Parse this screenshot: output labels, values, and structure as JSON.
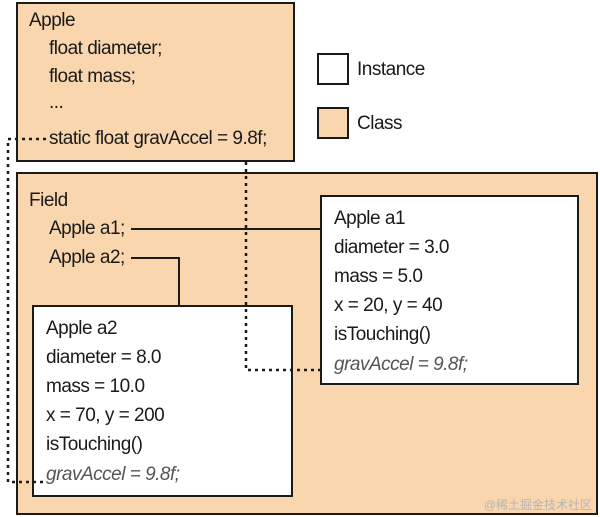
{
  "apple_class": {
    "title": "Apple",
    "fields": [
      "float diameter;",
      "float mass;",
      "..."
    ],
    "static_field": "static float gravAccel = 9.8f;"
  },
  "legend": {
    "instance_label": "Instance",
    "class_label": "Class"
  },
  "field_class": {
    "title": "Field",
    "members": [
      "Apple a1;",
      "Apple a2;"
    ]
  },
  "instance_a1": {
    "lines": [
      "Apple a1",
      "diameter = 3.0",
      "mass = 5.0",
      "x = 20, y = 40",
      "isTouching()"
    ],
    "static_ref": "gravAccel = 9.8f;"
  },
  "instance_a2": {
    "lines": [
      "Apple a2",
      "diameter = 8.0",
      "mass = 10.0",
      "x = 70, y = 200",
      "isTouching()"
    ],
    "static_ref": "gravAccel = 9.8f;"
  },
  "watermark": "@稀土掘金技术社区",
  "colors": {
    "class_fill": "#f9d6ae",
    "instance_fill": "#ffffff",
    "stroke": "#1a1a1a",
    "static_text": "#555555"
  }
}
